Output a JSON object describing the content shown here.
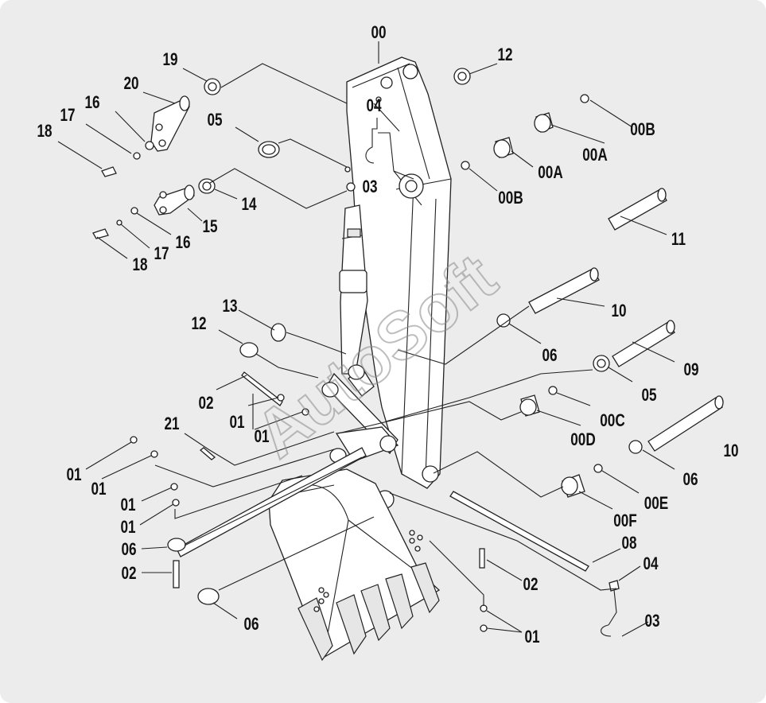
{
  "diagram": {
    "background": "#ececec",
    "line_color": "#222222",
    "labels": {
      "l00": "00",
      "l12a": "12",
      "l19": "19",
      "l20": "20",
      "l04a": "04",
      "l16a": "16",
      "l17a": "17",
      "l18a": "18",
      "l05a": "05",
      "l00Ba": "00B",
      "l00Aa": "00A",
      "l00Ab": "00A",
      "l03a": "03",
      "l00Bb": "00B",
      "l14": "14",
      "l15": "15",
      "l16b": "16",
      "l17b": "17",
      "l18b": "18",
      "l11": "11",
      "l10a": "10",
      "l13": "13",
      "l12b": "12",
      "l06a": "06",
      "l09": "09",
      "l02a": "02",
      "l05b": "05",
      "l01a": "01",
      "l01b": "01",
      "l00C": "00C",
      "l21": "21",
      "l00D": "00D",
      "l10b": "10",
      "l01c": "01",
      "l01d": "01",
      "l06b": "06",
      "l00E": "00E",
      "l01e": "01",
      "l00F": "00F",
      "l01f": "01",
      "l08": "08",
      "l06c": "06",
      "l04b": "04",
      "l02b": "02",
      "l02c": "02",
      "l03b": "03",
      "l06d": "06",
      "l01g": "01"
    },
    "watermark": "AutoSoft"
  }
}
